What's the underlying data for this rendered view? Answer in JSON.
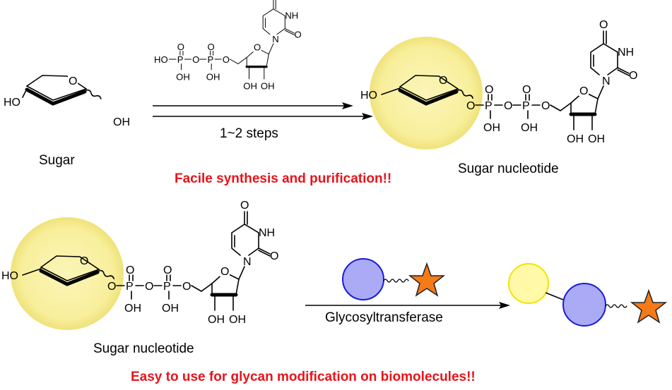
{
  "labels": {
    "sugar": "Sugar",
    "sugar_nucleotide": "Sugar nucleotide",
    "steps": "1~2 steps",
    "enzyme": "Glycosyltransferase"
  },
  "headlines": {
    "top": "Facile synthesis and purification!!",
    "bottom": "Easy to use for glycan modification on biomolecules!!"
  },
  "atoms": {
    "HO": "HO",
    "OH": "OH",
    "O": "O",
    "P": "P",
    "N": "N",
    "NH": "NH",
    "HO_P": "HO"
  },
  "colors": {
    "headline_red": "#e8141b",
    "sugar_highlight": "#fbf3a6",
    "sugar_highlight_edge": "#f1e373",
    "yellow_circle_fill": "#fff9a8",
    "yellow_circle_stroke": "#f3e300",
    "blue_circle_fill": "#aaaaf5",
    "blue_circle_stroke": "#1a1ad9",
    "star_fill": "#f57a18",
    "star_stroke": "#222222"
  },
  "icons": {
    "glycan_yellow": "yellow-circle-sugar",
    "protein_blue": "blue-circle-biomolecule",
    "payload": "orange-star"
  }
}
